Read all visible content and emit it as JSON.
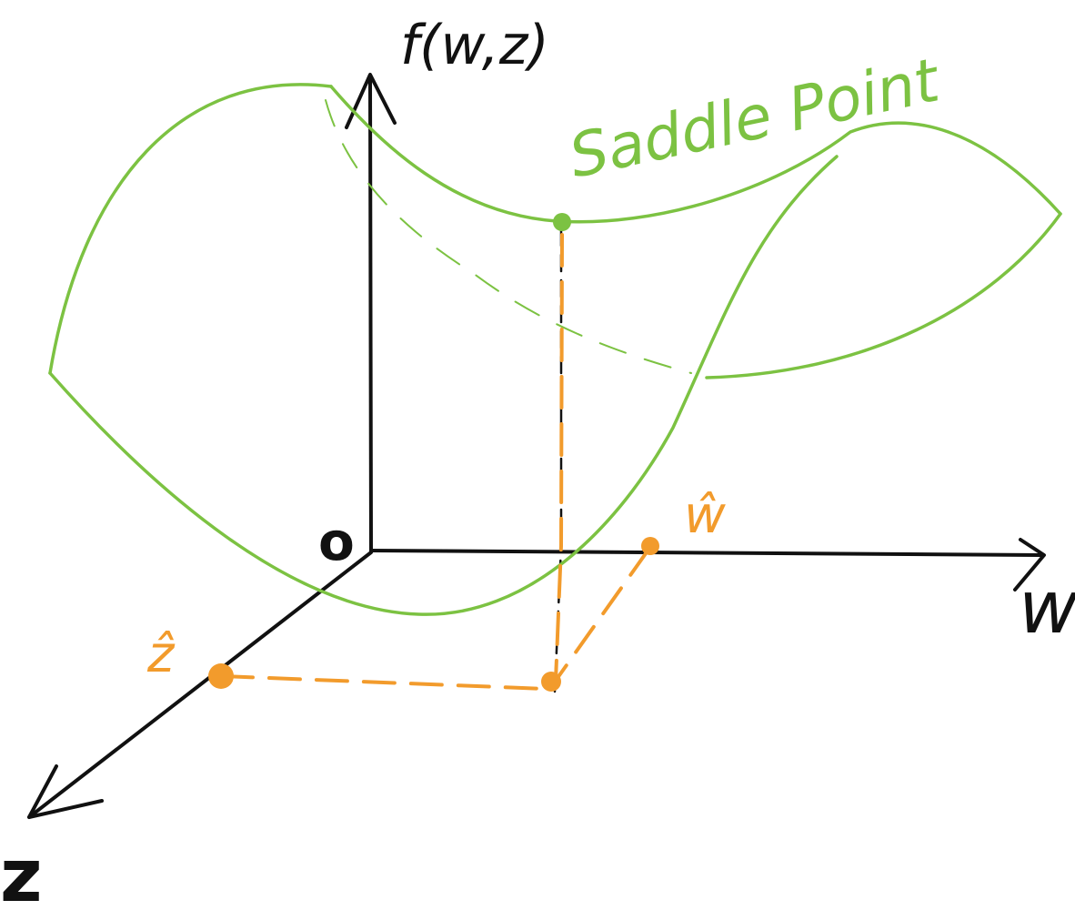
{
  "labels": {
    "f_axis": "f(w,z)",
    "w_axis": "w",
    "z_axis": "z",
    "origin": "o",
    "saddle": "Saddle Point",
    "w_hat": "ŵ",
    "z_hat": "ẑ"
  },
  "colors": {
    "axes": "#111111",
    "surface": "#7cc242",
    "projection": "#f29b2c",
    "background": "#ffffff"
  }
}
